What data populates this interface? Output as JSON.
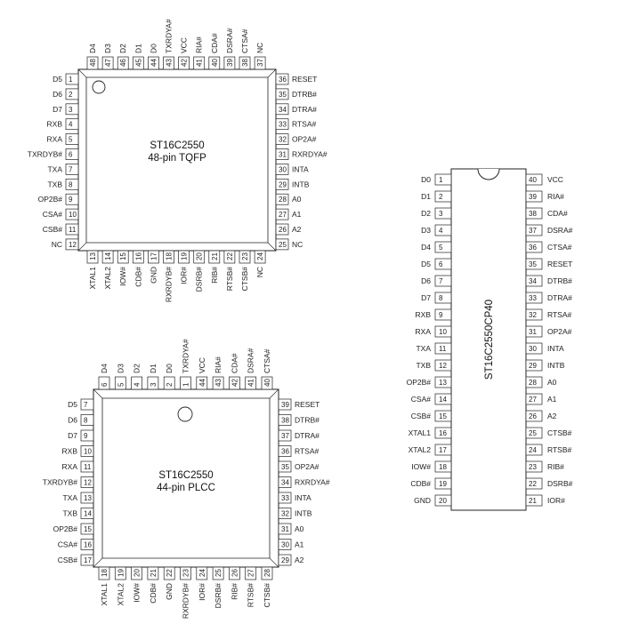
{
  "tqfp": {
    "title": "ST16C2550",
    "subtitle": "48-pin TQFP",
    "left": [
      [
        "1",
        "D5"
      ],
      [
        "2",
        "D6"
      ],
      [
        "3",
        "D7"
      ],
      [
        "4",
        "RXB"
      ],
      [
        "5",
        "RXA"
      ],
      [
        "6",
        "TXRDYB#"
      ],
      [
        "7",
        "TXA"
      ],
      [
        "8",
        "TXB"
      ],
      [
        "9",
        "OP2B#"
      ],
      [
        "10",
        "CSA#"
      ],
      [
        "11",
        "CSB#"
      ],
      [
        "12",
        "NC"
      ]
    ],
    "right": [
      [
        "36",
        "RESET"
      ],
      [
        "35",
        "DTRB#"
      ],
      [
        "34",
        "DTRA#"
      ],
      [
        "33",
        "RTSA#"
      ],
      [
        "32",
        "OP2A#"
      ],
      [
        "31",
        "RXRDYA#"
      ],
      [
        "30",
        "INTA"
      ],
      [
        "29",
        "INTB"
      ],
      [
        "28",
        "A0"
      ],
      [
        "27",
        "A1"
      ],
      [
        "26",
        "A2"
      ],
      [
        "25",
        "NC"
      ]
    ],
    "top": [
      [
        "48",
        "D4"
      ],
      [
        "47",
        "D3"
      ],
      [
        "46",
        "D2"
      ],
      [
        "45",
        "D1"
      ],
      [
        "44",
        "D0"
      ],
      [
        "43",
        "TXRDYA#"
      ],
      [
        "42",
        "VCC"
      ],
      [
        "41",
        "RIA#"
      ],
      [
        "40",
        "CDA#"
      ],
      [
        "39",
        "DSRA#"
      ],
      [
        "38",
        "CTSA#"
      ],
      [
        "37",
        "NC"
      ]
    ],
    "bottom": [
      [
        "13",
        "XTAL1"
      ],
      [
        "14",
        "XTAL2"
      ],
      [
        "15",
        "IOW#"
      ],
      [
        "16",
        "CDB#"
      ],
      [
        "17",
        "GND"
      ],
      [
        "18",
        "RXRDYB#"
      ],
      [
        "19",
        "IOR#"
      ],
      [
        "20",
        "DSRB#"
      ],
      [
        "21",
        "RIB#"
      ],
      [
        "22",
        "RTSB#"
      ],
      [
        "23",
        "CTSB#"
      ],
      [
        "24",
        "NC"
      ]
    ]
  },
  "plcc": {
    "title": "ST16C2550",
    "subtitle": "44-pin PLCC",
    "left": [
      [
        "7",
        "D5"
      ],
      [
        "8",
        "D6"
      ],
      [
        "9",
        "D7"
      ],
      [
        "10",
        "RXB"
      ],
      [
        "11",
        "RXA"
      ],
      [
        "12",
        "TXRDYB#"
      ],
      [
        "13",
        "TXA"
      ],
      [
        "14",
        "TXB"
      ],
      [
        "15",
        "OP2B#"
      ],
      [
        "16",
        "CSA#"
      ],
      [
        "17",
        "CSB#"
      ]
    ],
    "right": [
      [
        "39",
        "RESET"
      ],
      [
        "38",
        "DTRB#"
      ],
      [
        "37",
        "DTRA#"
      ],
      [
        "36",
        "RTSA#"
      ],
      [
        "35",
        "OP2A#"
      ],
      [
        "34",
        "RXRDYA#"
      ],
      [
        "33",
        "INTA"
      ],
      [
        "32",
        "INTB"
      ],
      [
        "31",
        "A0"
      ],
      [
        "30",
        "A1"
      ],
      [
        "29",
        "A2"
      ]
    ],
    "top": [
      [
        "6",
        "D4"
      ],
      [
        "5",
        "D3"
      ],
      [
        "4",
        "D2"
      ],
      [
        "3",
        "D1"
      ],
      [
        "2",
        "D0"
      ],
      [
        "1",
        "TXRDYA#"
      ],
      [
        "44",
        "VCC"
      ],
      [
        "43",
        "RIA#"
      ],
      [
        "42",
        "CDA#"
      ],
      [
        "41",
        "DSRA#"
      ],
      [
        "40",
        "CTSA#"
      ]
    ],
    "bottom": [
      [
        "18",
        "XTAL1"
      ],
      [
        "19",
        "XTAL2"
      ],
      [
        "20",
        "IOW#"
      ],
      [
        "21",
        "CDB#"
      ],
      [
        "22",
        "GND"
      ],
      [
        "23",
        "RXRDYB#"
      ],
      [
        "24",
        "IOR#"
      ],
      [
        "25",
        "DSRB#"
      ],
      [
        "26",
        "RIB#"
      ],
      [
        "27",
        "RTSB#"
      ],
      [
        "28",
        "CTSB#"
      ]
    ]
  },
  "dip": {
    "title": "ST16C2550CP40",
    "left": [
      [
        "1",
        "D0"
      ],
      [
        "2",
        "D1"
      ],
      [
        "3",
        "D2"
      ],
      [
        "4",
        "D3"
      ],
      [
        "5",
        "D4"
      ],
      [
        "6",
        "D5"
      ],
      [
        "7",
        "D6"
      ],
      [
        "8",
        "D7"
      ],
      [
        "9",
        "RXB"
      ],
      [
        "10",
        "RXA"
      ],
      [
        "11",
        "TXA"
      ],
      [
        "12",
        "TXB"
      ],
      [
        "13",
        "OP2B#"
      ],
      [
        "14",
        "CSA#"
      ],
      [
        "15",
        "CSB#"
      ],
      [
        "16",
        "XTAL1"
      ],
      [
        "17",
        "XTAL2"
      ],
      [
        "18",
        "IOW#"
      ],
      [
        "19",
        "CDB#"
      ],
      [
        "20",
        "GND"
      ]
    ],
    "right": [
      [
        "40",
        "VCC"
      ],
      [
        "39",
        "RIA#"
      ],
      [
        "38",
        "CDA#"
      ],
      [
        "37",
        "DSRA#"
      ],
      [
        "36",
        "CTSA#"
      ],
      [
        "35",
        "RESET"
      ],
      [
        "34",
        "DTRB#"
      ],
      [
        "33",
        "DTRA#"
      ],
      [
        "32",
        "RTSA#"
      ],
      [
        "31",
        "OP2A#"
      ],
      [
        "30",
        "INTA"
      ],
      [
        "29",
        "INTB"
      ],
      [
        "28",
        "A0"
      ],
      [
        "27",
        "A1"
      ],
      [
        "26",
        "A2"
      ],
      [
        "25",
        "CTSB#"
      ],
      [
        "24",
        "RTSB#"
      ],
      [
        "23",
        "RIB#"
      ],
      [
        "22",
        "DSRB#"
      ],
      [
        "21",
        "IOR#"
      ]
    ]
  }
}
